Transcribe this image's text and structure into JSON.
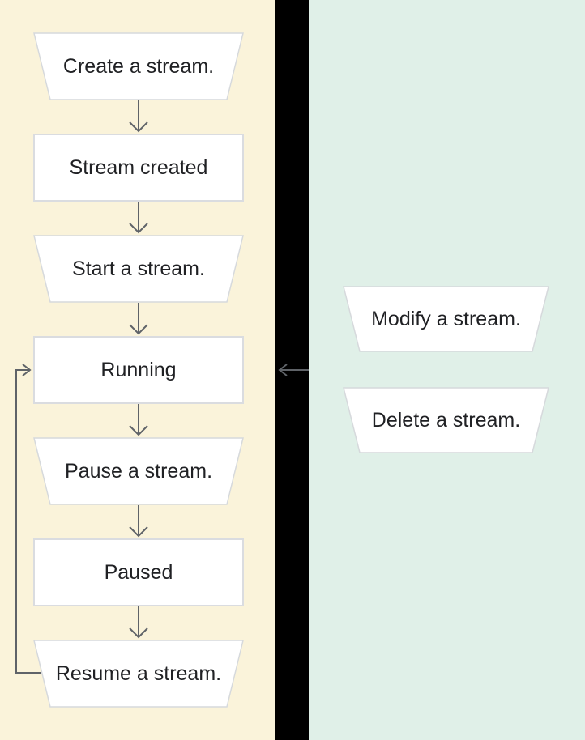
{
  "palette": {
    "page_background": "#000000",
    "lifecycle_panel": "#FAF3DA",
    "actions_panel": "#E0F0E8",
    "node_fill": "#FFFFFF",
    "rect_border": "#DADCE0",
    "trapezoid_border": "#D6D9DC",
    "connector": "#5F6368",
    "text": "#202124"
  },
  "lifecycle": {
    "nodes": [
      {
        "label": "Create a stream.",
        "shape": "trapezoid",
        "type": "action"
      },
      {
        "label": "Stream created",
        "shape": "rectangle",
        "type": "state"
      },
      {
        "label": "Start a stream.",
        "shape": "trapezoid",
        "type": "action"
      },
      {
        "label": "Running",
        "shape": "rectangle",
        "type": "state"
      },
      {
        "label": "Pause a stream.",
        "shape": "trapezoid",
        "type": "action"
      },
      {
        "label": "Paused",
        "shape": "rectangle",
        "type": "state"
      },
      {
        "label": "Resume a stream.",
        "shape": "trapezoid",
        "type": "action"
      }
    ],
    "edges": [
      {
        "from": "Create a stream.",
        "to": "Stream created",
        "style": "arrow-down"
      },
      {
        "from": "Stream created",
        "to": "Start a stream.",
        "style": "arrow-down"
      },
      {
        "from": "Start a stream.",
        "to": "Running",
        "style": "arrow-down"
      },
      {
        "from": "Running",
        "to": "Pause a stream.",
        "style": "arrow-down"
      },
      {
        "from": "Pause a stream.",
        "to": "Paused",
        "style": "arrow-down"
      },
      {
        "from": "Paused",
        "to": "Resume a stream.",
        "style": "arrow-down"
      },
      {
        "from": "Resume a stream.",
        "to": "Running",
        "style": "loop-left"
      },
      {
        "from": "actions-panel",
        "to": "Running",
        "style": "arrow-left-across-gap"
      }
    ]
  },
  "side_actions": {
    "nodes": [
      {
        "label": "Modify a stream.",
        "shape": "trapezoid",
        "type": "action"
      },
      {
        "label": "Delete a stream.",
        "shape": "trapezoid",
        "type": "action"
      }
    ]
  }
}
